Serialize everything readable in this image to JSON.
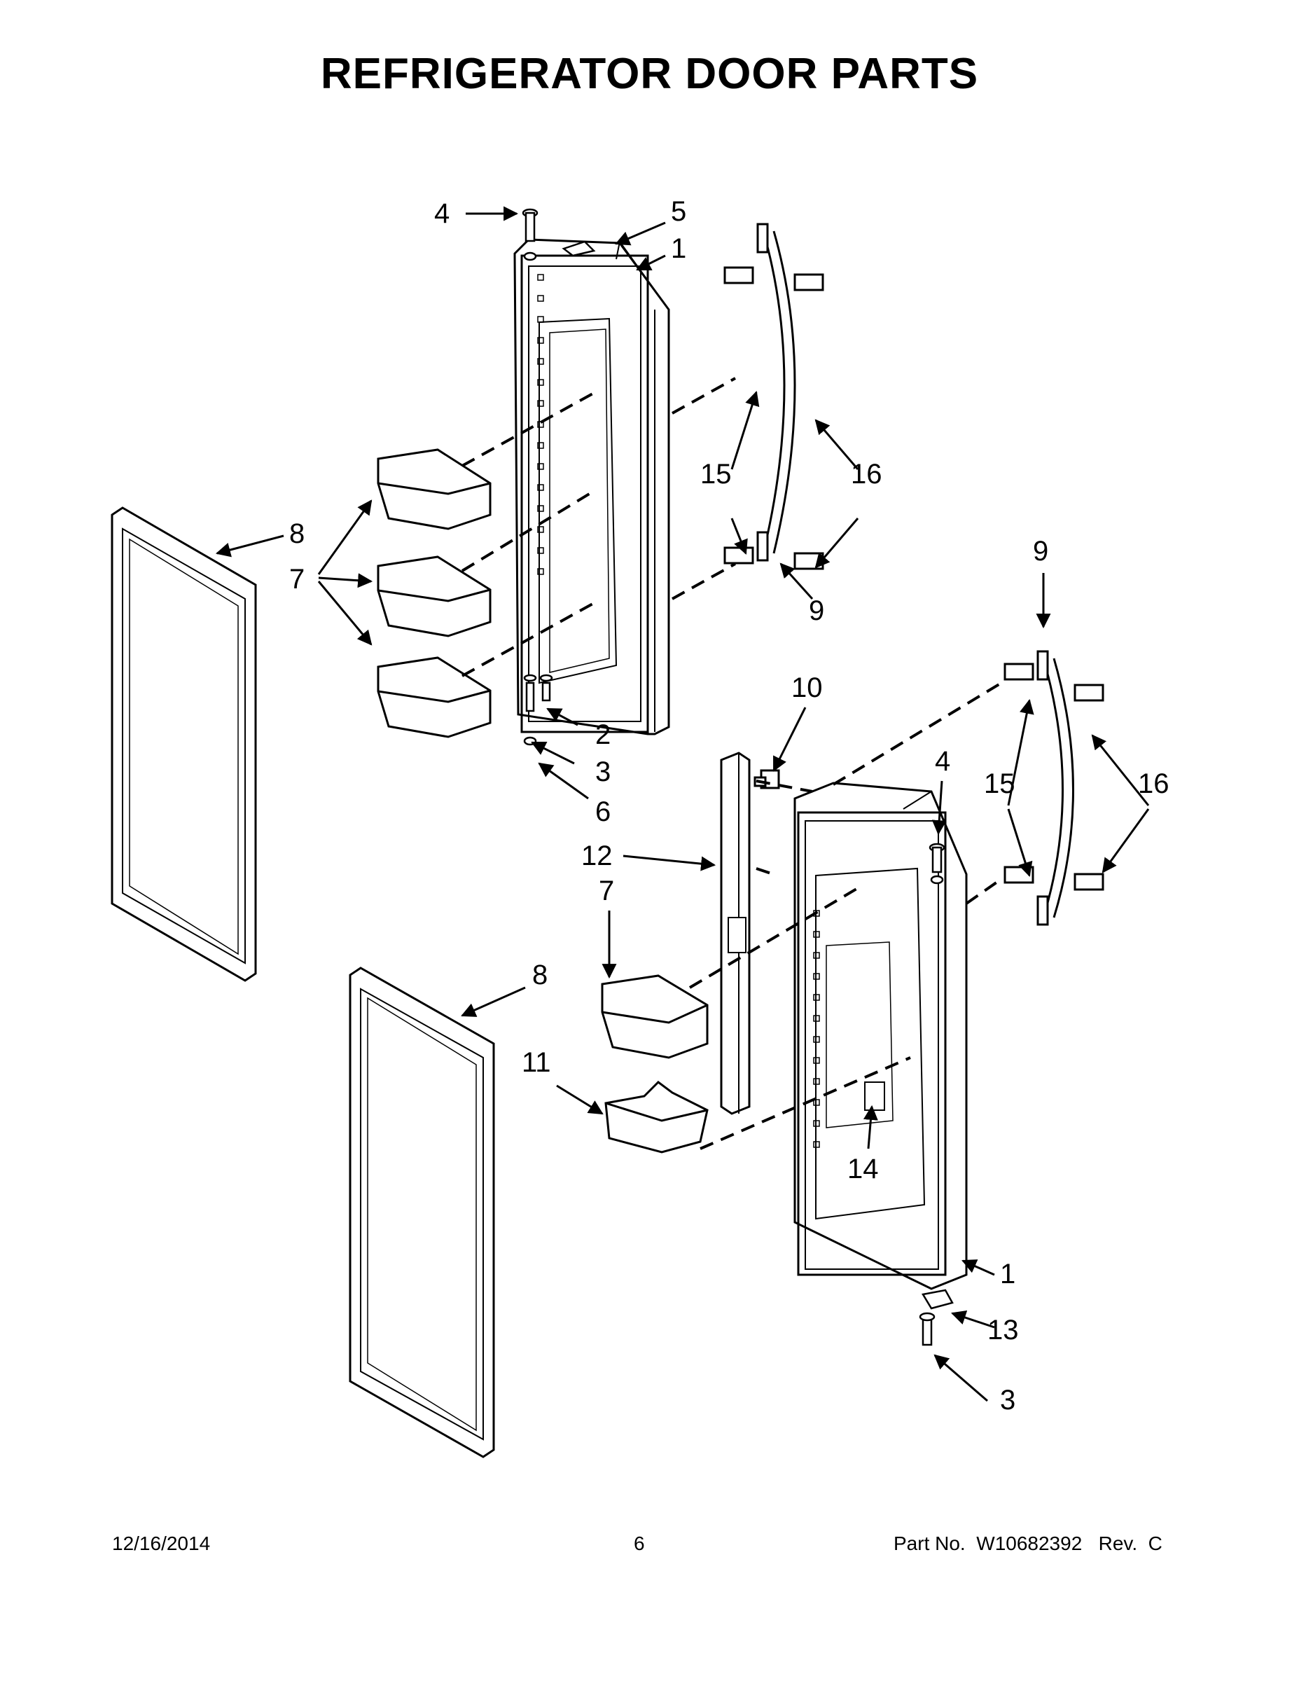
{
  "title": "REFRIGERATOR DOOR PARTS",
  "callouts": [
    {
      "id": "c4a",
      "label": "4"
    },
    {
      "id": "c5",
      "label": "5"
    },
    {
      "id": "c1a",
      "label": "1"
    },
    {
      "id": "c15a",
      "label": "15"
    },
    {
      "id": "c16a",
      "label": "16"
    },
    {
      "id": "c8a",
      "label": "8"
    },
    {
      "id": "c7a",
      "label": "7"
    },
    {
      "id": "c9a",
      "label": "9"
    },
    {
      "id": "c9b",
      "label": "9"
    },
    {
      "id": "c2",
      "label": "2"
    },
    {
      "id": "c3a",
      "label": "3"
    },
    {
      "id": "c6",
      "label": "6"
    },
    {
      "id": "c10",
      "label": "10"
    },
    {
      "id": "c4b",
      "label": "4"
    },
    {
      "id": "c15b",
      "label": "15"
    },
    {
      "id": "c16b",
      "label": "16"
    },
    {
      "id": "c12",
      "label": "12"
    },
    {
      "id": "c7b",
      "label": "7"
    },
    {
      "id": "c8b",
      "label": "8"
    },
    {
      "id": "c11",
      "label": "11"
    },
    {
      "id": "c14",
      "label": "14"
    },
    {
      "id": "c1b",
      "label": "1"
    },
    {
      "id": "c13",
      "label": "13"
    },
    {
      "id": "c3b",
      "label": "3"
    }
  ],
  "footer": {
    "date": "12/16/2014",
    "page": "6",
    "part_no": "Part No.  W10682392   Rev.  C"
  }
}
